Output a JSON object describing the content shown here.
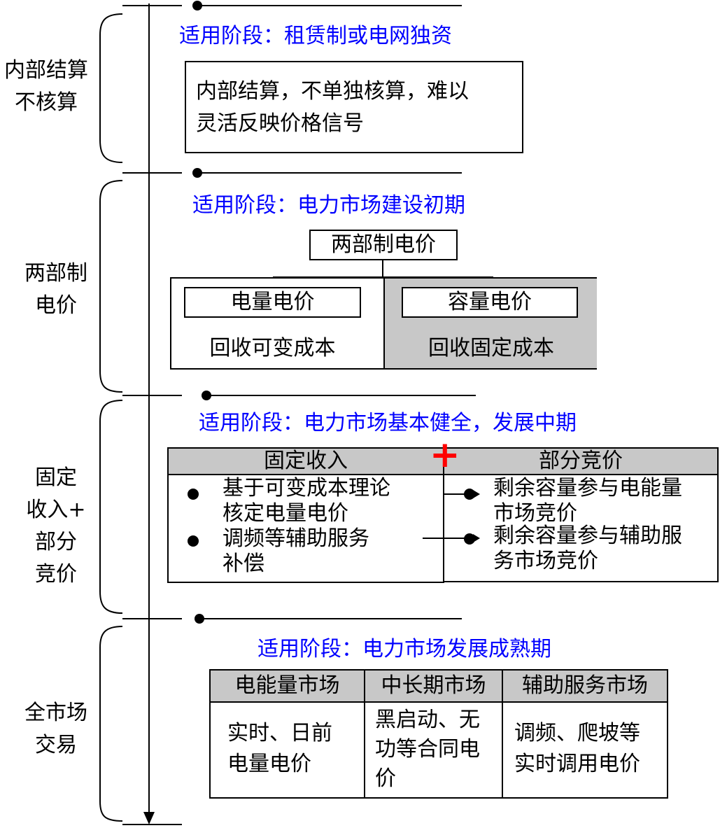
{
  "sections": [
    {
      "label_lines": [
        "内部结算",
        "不核算"
      ],
      "stage": "适用阶段：租赁制或电网独资",
      "box_lines": [
        "内部结算，不单独核算，难以",
        "灵活反映价格信号"
      ]
    },
    {
      "label_lines": [
        "两部制",
        "电价"
      ],
      "stage": "适用阶段：电力市场建设初期",
      "top_box": "两部制电价",
      "left_title": "电量电价",
      "left_result": "回收可变成本",
      "right_title": "容量电价",
      "right_result": "回收固定成本"
    },
    {
      "label_lines": [
        "固定",
        "收入+",
        "部分",
        "竞价"
      ],
      "stage": "适用阶段：电力市场基本健全，发展中期",
      "left_header": "固定收入",
      "plus": "+",
      "right_header": "部分竞价",
      "left_items": [
        [
          "基于可变成本理论",
          "核定电量电价"
        ],
        [
          "调频等辅助服务",
          "补偿"
        ]
      ],
      "right_items": [
        [
          "剩余容量参与电能量",
          "市场竞价"
        ],
        [
          "剩余容量参与辅助服",
          "务市场竞价"
        ]
      ]
    },
    {
      "label_lines": [
        "全市场",
        "交易"
      ],
      "stage": "适用阶段：电力市场发展成熟期",
      "table": {
        "headers": [
          "电能量市场",
          "中长期市场",
          "辅助服务市场"
        ],
        "cells": [
          [
            "实时、日前",
            "电量电价"
          ],
          [
            "黑启动、无",
            "功等合同电",
            "价"
          ],
          [
            "调频、爬坡等",
            "实时调用电价"
          ]
        ]
      }
    }
  ],
  "colors": {
    "stage_text": "#0000ff",
    "plus": "#ff0000",
    "gray_fill": "#c8c8c8"
  }
}
